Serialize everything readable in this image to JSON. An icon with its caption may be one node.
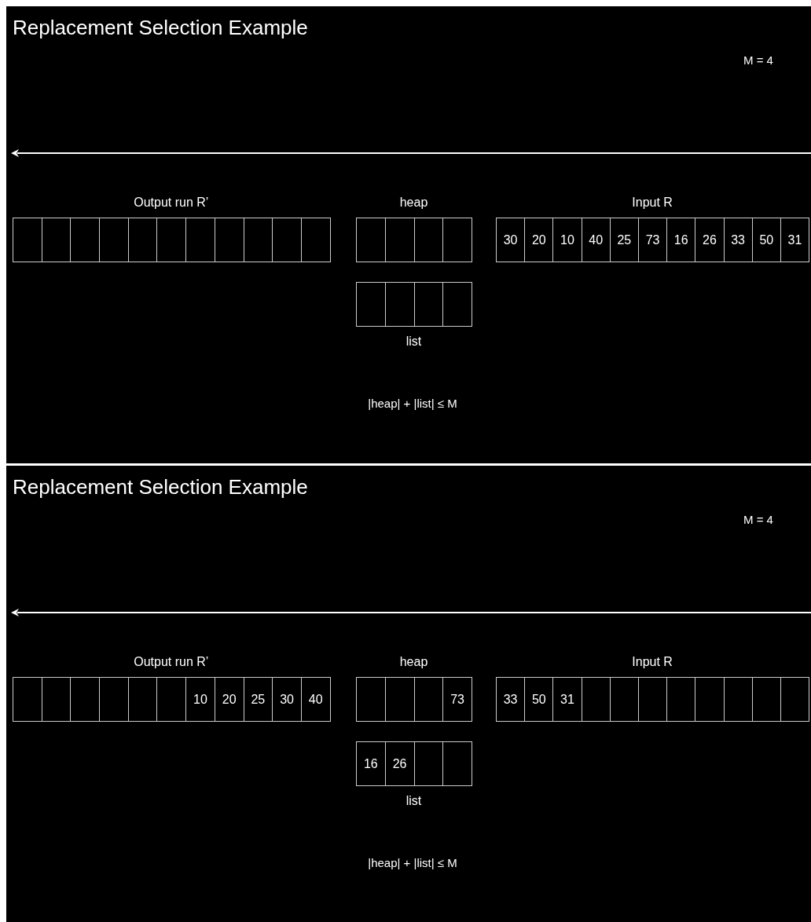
{
  "diagram": {
    "nodes": [
      {
        "text": [
          "Replacement Selection Example",
          "M = 4",
          "|heap| + |list| ≤ M"
        ]
      },
      {
        "text": [
          "Output run R’"
        ],
        "in": 0
      },
      {
        "text": [],
        "shape": "box",
        "in": 1
      },
      {
        "text": [],
        "shape": "box",
        "in": 1
      },
      {
        "text": [],
        "shape": "box",
        "in": 1
      },
      {
        "text": [],
        "shape": "box",
        "in": 1
      },
      {
        "text": [],
        "shape": "box",
        "in": 1
      },
      {
        "text": [],
        "shape": "box",
        "in": 1
      },
      {
        "text": [],
        "shape": "box",
        "in": 1
      },
      {
        "text": [],
        "shape": "box",
        "in": 1
      },
      {
        "text": [],
        "shape": "box",
        "in": 1
      },
      {
        "text": [],
        "shape": "box",
        "in": 1
      },
      {
        "text": [],
        "shape": "box",
        "in": 1
      },
      {
        "text": [
          "heap"
        ],
        "in": 0
      },
      {
        "text": [],
        "shape": "box",
        "in": 13
      },
      {
        "text": [],
        "shape": "box",
        "in": 13
      },
      {
        "text": [],
        "shape": "box",
        "in": 13
      },
      {
        "text": [],
        "shape": "box",
        "in": 13
      },
      {
        "text": [
          "Input R"
        ],
        "in": 0
      },
      {
        "text": [
          "30"
        ],
        "in": 18
      },
      {
        "text": [
          "20"
        ],
        "in": 18
      },
      {
        "text": [
          "10"
        ],
        "in": 18
      },
      {
        "text": [
          "40"
        ],
        "in": 18
      },
      {
        "text": [
          "25"
        ],
        "in": 18
      },
      {
        "text": [
          "73"
        ],
        "in": 18
      },
      {
        "text": [
          "16"
        ],
        "in": 18
      },
      {
        "text": [
          "26"
        ],
        "in": 18
      },
      {
        "text": [
          "33"
        ],
        "in": 18
      },
      {
        "text": [
          "50"
        ],
        "in": 18
      },
      {
        "text": [
          "31"
        ],
        "in": 18
      },
      {
        "text": [
          "list"
        ],
        "in": 0
      },
      {
        "text": [],
        "shape": "box",
        "in": 30
      },
      {
        "text": [],
        "shape": "box",
        "in": 30
      },
      {
        "text": [],
        "shape": "box",
        "in": 30
      },
      {
        "text": [],
        "shape": "box",
        "in": 30
      },
      {
        "text": [
          "Replacement Selection Example",
          "M = 4",
          "|heap| + |list| ≤ M"
        ]
      },
      {
        "text": [
          "Output run R’"
        ],
        "in": 35
      },
      {
        "text": [],
        "shape": "box",
        "in": 36
      },
      {
        "text": [],
        "shape": "box",
        "in": 36
      },
      {
        "text": [],
        "shape": "box",
        "in": 36
      },
      {
        "text": [],
        "shape": "box",
        "in": 36
      },
      {
        "text": [],
        "shape": "box",
        "in": 36
      },
      {
        "text": [],
        "shape": "box",
        "in": 36
      },
      {
        "text": [
          "10"
        ],
        "in": 36
      },
      {
        "text": [
          "20"
        ],
        "in": 36
      },
      {
        "text": [
          "25"
        ],
        "in": 36
      },
      {
        "text": [
          "30"
        ],
        "in": 36
      },
      {
        "text": [
          "40"
        ],
        "in": 36
      },
      {
        "text": [
          "heap"
        ],
        "in": 35
      },
      {
        "text": [],
        "shape": "box",
        "in": 48
      },
      {
        "text": [],
        "shape": "box",
        "in": 48
      },
      {
        "text": [],
        "shape": "box",
        "in": 48
      },
      {
        "text": [
          "73"
        ],
        "in": 48
      },
      {
        "text": [
          "Input R"
        ],
        "in": 35
      },
      {
        "text": [
          "33"
        ],
        "in": 53
      },
      {
        "text": [
          "50"
        ],
        "in": 53
      },
      {
        "text": [
          "31"
        ],
        "in": 53
      },
      {
        "text": [],
        "shape": "box",
        "in": 53
      },
      {
        "text": [],
        "shape": "box",
        "in": 53
      },
      {
        "text": [],
        "shape": "box",
        "in": 53
      },
      {
        "text": [],
        "shape": "box",
        "in": 53
      },
      {
        "text": [],
        "shape": "box",
        "in": 53
      },
      {
        "text": [],
        "shape": "box",
        "in": 53
      },
      {
        "text": [],
        "shape": "box",
        "in": 53
      },
      {
        "text": [],
        "shape": "box",
        "in": 53
      },
      {
        "text": [
          "list"
        ],
        "in": 35
      },
      {
        "text": [
          "16"
        ],
        "in": 65
      },
      {
        "text": [
          "26"
        ],
        "in": 65
      },
      {
        "text": [],
        "shape": "box",
        "in": 65
      },
      {
        "text": [],
        "shape": "box",
        "in": 65
      }
    ]
  }
}
